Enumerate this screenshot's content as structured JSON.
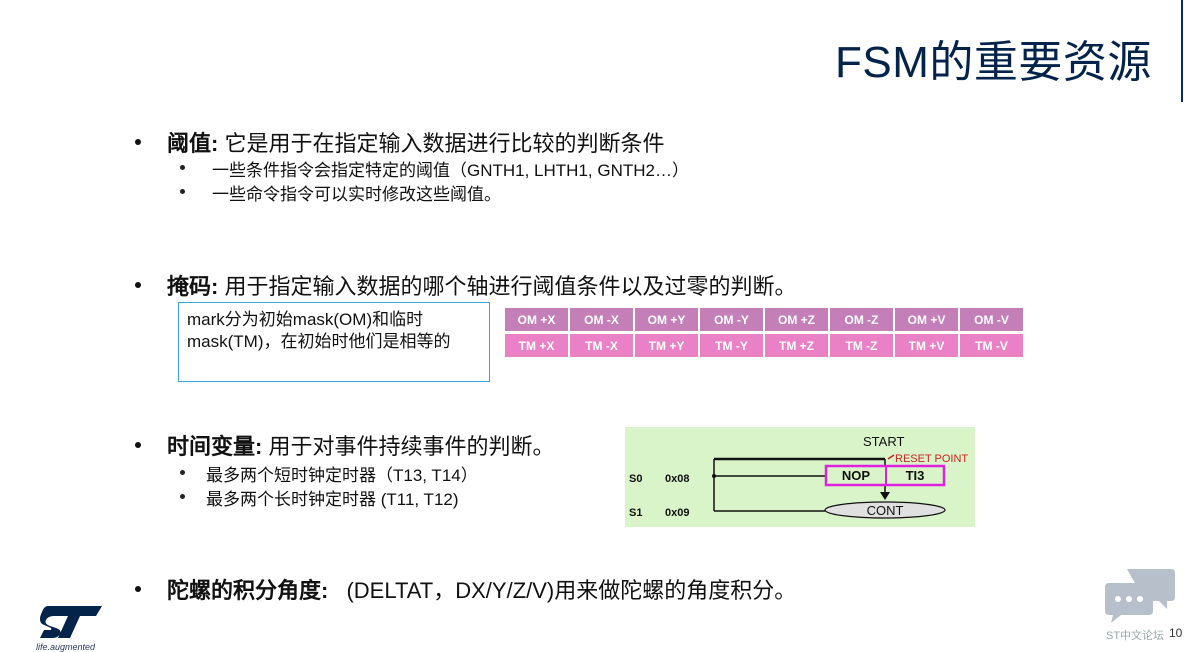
{
  "slide": {
    "title": "FSM的重要资源",
    "page_number": "10",
    "brand_tagline": "life.augmented",
    "forum_label": "ST中文论坛"
  },
  "sections": {
    "threshold": {
      "heading": "阈值",
      "colon": ":",
      "text": "它是用于在指定输入数据进行比较的判断条件",
      "subs": [
        "一些条件指令会指定特定的阈值（GNTH1, LHTH1, GNTH2…）",
        "一些命令指令可以实时修改这些阈值。"
      ]
    },
    "mask": {
      "heading": "掩码",
      "colon": ":",
      "text": "用于指定输入数据的哪个轴进行阈值条件以及过零的判断。",
      "note": "mark分为初始mask(OM)和临时mask(TM)，在初始时他们是相等的",
      "om_cells": [
        "OM +X",
        "OM -X",
        "OM +Y",
        "OM -Y",
        "OM +Z",
        "OM -Z",
        "OM +V",
        "OM -V"
      ],
      "tm_cells": [
        "TM +X",
        "TM -X",
        "TM +Y",
        "TM -Y",
        "TM +Z",
        "TM -Z",
        "TM +V",
        "TM -V"
      ]
    },
    "timer": {
      "heading": "时间变量",
      "colon": ":",
      "text": "用于对事件持续事件的判断。",
      "subs": [
        "最多两个短时钟定时器（T13, T14）",
        "最多两个长时钟定时器 (T11, T12)"
      ],
      "diagram": {
        "start": "START",
        "reset_point": "RESET POINT",
        "row0_state": "S0",
        "row0_addr": "0x08",
        "row1_state": "S1",
        "row1_addr": "0x09",
        "nop": "NOP",
        "ti3": "TI3",
        "cont": "CONT"
      }
    },
    "gyro": {
      "heading": "陀螺的积分角度",
      "colon": ":",
      "text": "(DELTAT，DX/Y/Z/V)用来做陀螺的角度积分。"
    }
  },
  "colors": {
    "title": "#03234b",
    "om_cell": "#c47fb8",
    "tm_cell": "#ea80c5",
    "diagram_bg": "#d8f4c8",
    "highlight_box": "#e020e0",
    "reset_arrow": "#d02020"
  },
  "icons": {
    "logo": "st-logo-icon",
    "forum": "chat-bubble-icon"
  }
}
